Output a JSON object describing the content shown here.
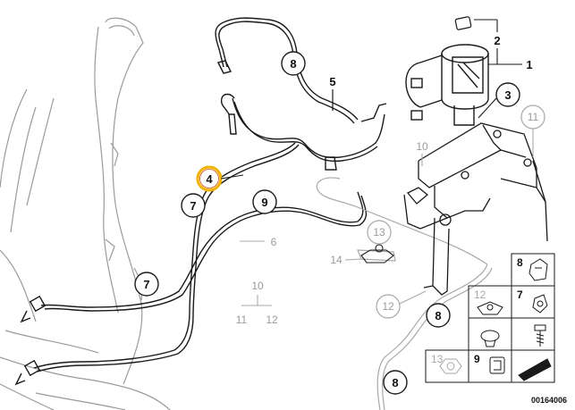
{
  "callouts": {
    "c8_top": "8",
    "c5": "5",
    "c3": "3",
    "c11": "11",
    "c10": "10",
    "c4": "4",
    "c7_upper": "7",
    "c9": "9",
    "c6": "6",
    "c13": "13",
    "c14": "14",
    "c7_lower": "7",
    "c12_grey": "12",
    "c8_mid": "8",
    "c8_bottom": "8",
    "c2": "2",
    "c1": "1"
  },
  "group_label": {
    "top": "10",
    "left": "11",
    "right": "12"
  },
  "parts_table": {
    "cells": [
      "8",
      "7",
      "12",
      "",
      "",
      "",
      "13",
      "9",
      ""
    ]
  },
  "diagram_code": "00164006",
  "colors": {
    "line": "#1a1a1a",
    "grey": "#a0a0a0",
    "highlight": "#f2b200"
  }
}
